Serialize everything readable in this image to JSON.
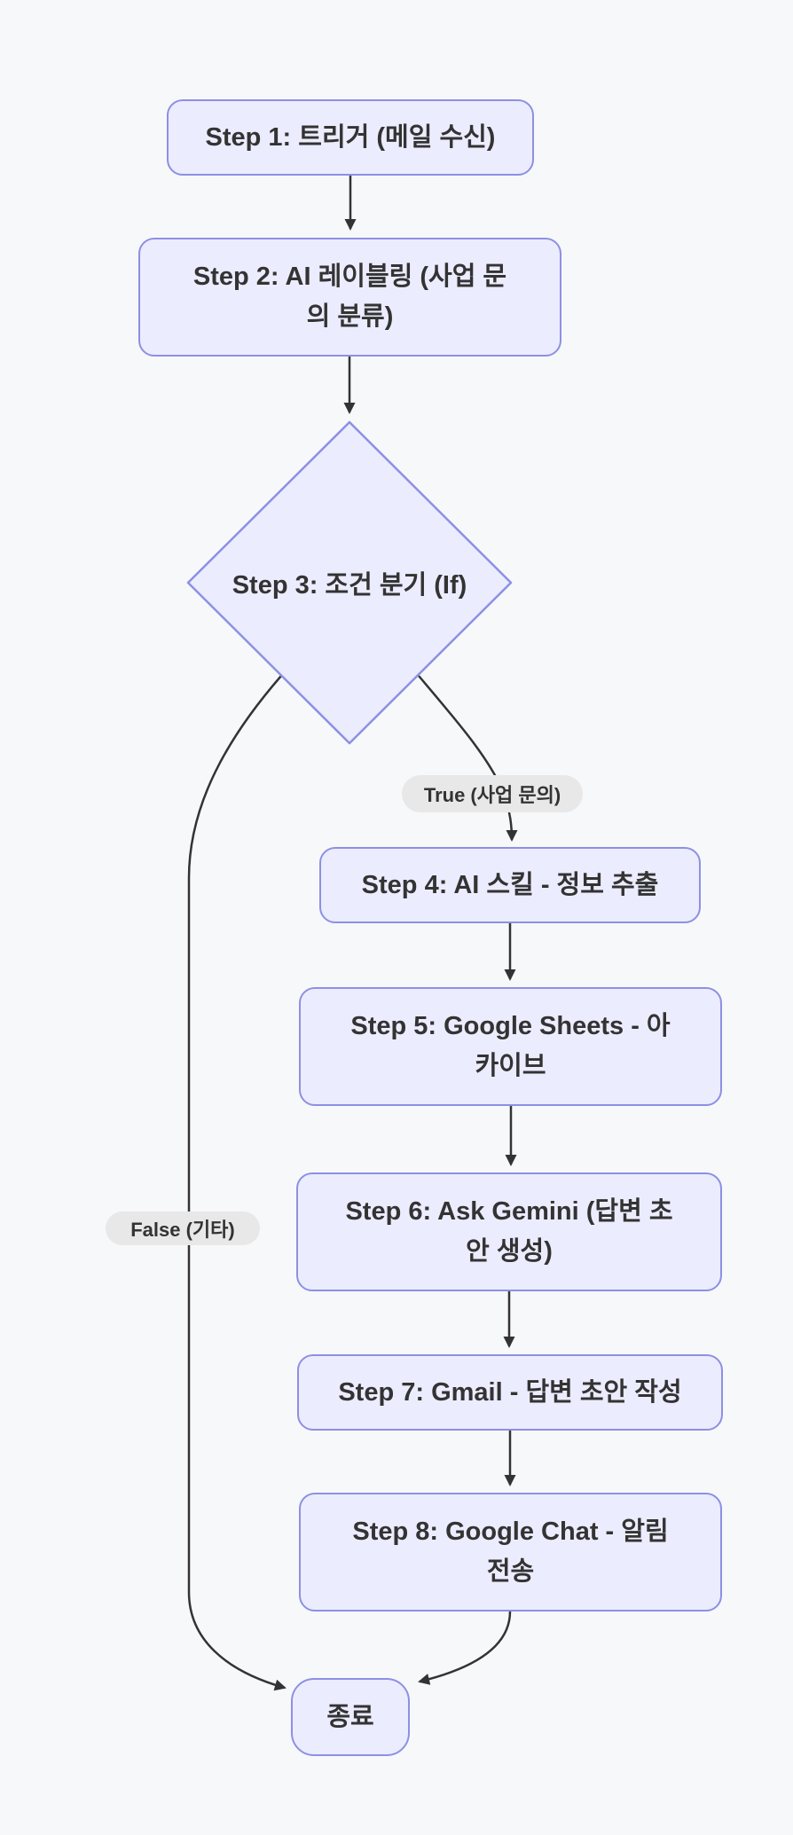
{
  "diagram": {
    "type": "flowchart",
    "direction": "top-down",
    "colors": {
      "background": "#f7f8fa",
      "node_fill": "#ECECFF",
      "node_border": "#8D90E3",
      "edge_line": "#333333",
      "edge_label_pill_bg": "#e8e8e9",
      "text": "#333333"
    },
    "nodes": [
      {
        "id": "step1",
        "type": "rounded-rect",
        "label": "Step 1: 트리거 (메일 수신)",
        "lines": [
          "Step 1: 트리거 (메일 수신)"
        ]
      },
      {
        "id": "step2",
        "type": "rounded-rect",
        "label": "Step 2: AI 레이블링 (사업 문의 분류)",
        "lines": [
          "Step 2: AI 레이블링 (사업 문",
          "의 분류)"
        ]
      },
      {
        "id": "step3",
        "type": "diamond",
        "label": "Step 3: 조건 분기 (If)",
        "lines": [
          "Step 3: 조건 분기 (If)"
        ]
      },
      {
        "id": "step4",
        "type": "rounded-rect",
        "label": "Step 4: AI 스킬 - 정보 추출",
        "lines": [
          "Step 4: AI 스킬 - 정보 추출"
        ]
      },
      {
        "id": "step5",
        "type": "rounded-rect",
        "label": "Step 5: Google Sheets - 아카이브",
        "lines": [
          "Step 5: Google Sheets - 아",
          "카이브"
        ]
      },
      {
        "id": "step6",
        "type": "rounded-rect",
        "label": "Step 6: Ask Gemini (답변 초안 생성)",
        "lines": [
          "Step 6: Ask Gemini (답변 초",
          "안 생성)"
        ]
      },
      {
        "id": "step7",
        "type": "rounded-rect",
        "label": "Step 7: Gmail - 답변 초안 작성",
        "lines": [
          "Step 7: Gmail - 답변 초안 작성"
        ]
      },
      {
        "id": "step8",
        "type": "rounded-rect",
        "label": "Step 8: Google Chat - 알림 전송",
        "lines": [
          "Step 8: Google Chat - 알림",
          "전송"
        ]
      },
      {
        "id": "end",
        "type": "rounded-rect",
        "label": "종료",
        "lines": [
          "종료"
        ]
      }
    ],
    "edge_labels": [
      {
        "id": "true-label",
        "text": "True (사업 문의)"
      },
      {
        "id": "false-label",
        "text": "False (기타)"
      }
    ],
    "edges": [
      {
        "from": "step1",
        "to": "step2"
      },
      {
        "from": "step2",
        "to": "step3"
      },
      {
        "from": "step3",
        "to": "step4",
        "label": "True (사업 문의)"
      },
      {
        "from": "step3",
        "to": "end",
        "label": "False (기타)"
      },
      {
        "from": "step4",
        "to": "step5"
      },
      {
        "from": "step5",
        "to": "step6"
      },
      {
        "from": "step6",
        "to": "step7"
      },
      {
        "from": "step7",
        "to": "step8"
      },
      {
        "from": "step8",
        "to": "end"
      }
    ]
  }
}
